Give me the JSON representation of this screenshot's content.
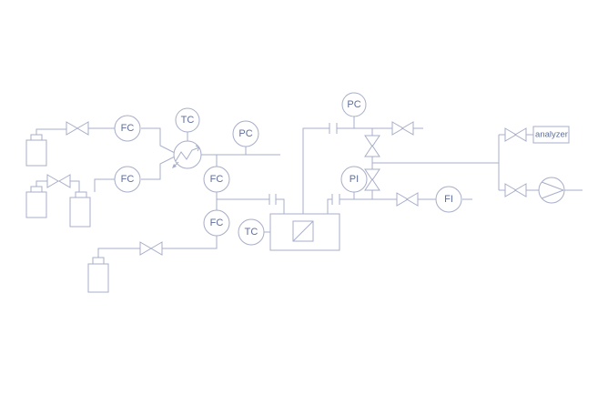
{
  "instruments": {
    "fc_1": "FC",
    "fc_2": "FC",
    "fc_3": "FC",
    "fc_4": "FC",
    "tc_top": "TC",
    "tc_reactor": "TC",
    "pc_mid": "PC",
    "pc_right": "PC",
    "pi": "PI",
    "fi": "FI"
  },
  "equipment": {
    "analyzer": "analyzer"
  },
  "colors": {
    "line": "#a7aec8",
    "label": "#5f6f9a",
    "background": "#ffffff"
  }
}
